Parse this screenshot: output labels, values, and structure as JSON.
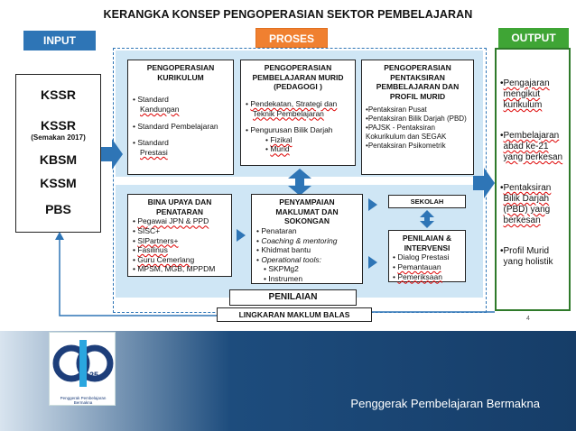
{
  "title": "KERANGKA KONSEP PENGOPERASIAN SEKTOR PEMBELAJARAN",
  "headers": {
    "input": "INPUT",
    "proses": "PROSES",
    "output": "OUTPUT"
  },
  "input": {
    "kssr": "KSSR",
    "kssr2": "KSSR",
    "semakan": "(Semakan 2017)",
    "kbsm": "KBSM",
    "kssm": "KSSM",
    "pbs": "PBS"
  },
  "kurikulum": {
    "title": "PENGOPERASIAN KURIKULUM",
    "items": [
      "Standard",
      "Kandungan",
      "Standard Pembelajaran",
      "Standard",
      "Prestasi"
    ]
  },
  "murid": {
    "title": "PENGOPERASIAN PEMBELAJARAN MURID (PEDAGOGI )",
    "items": [
      "Pendekatan, Strategi dan",
      "Teknik Pembelajaran",
      "Pengurusan Bilik Darjah",
      "Fizikal",
      "Murid"
    ]
  },
  "pentaksiran": {
    "title": "PENGOPERASIAN PENTAKSIRAN PEMBELAJARAN DAN PROFIL MURID",
    "items": [
      "Pentaksiran Pusat",
      "Pentaksiran Bilik Darjah (PBD)",
      "PAJSK - Pentaksiran Kokurikulum dan SEGAK",
      "Pentaksiran Psikometrik"
    ]
  },
  "bina": {
    "title": "BINA UPAYA DAN PENATARAN",
    "items": [
      "Pegawai JPN & PPD",
      "SISC+",
      "SIPartners+",
      "Fasilinus",
      "Guru Cemerlang",
      "MPSM, MGB, MPPDM"
    ]
  },
  "penyampaian": {
    "title": "PENYAMPAIAN MAKLUMAT DAN SOKONGAN",
    "items": [
      "Penataran",
      "Coaching & mentoring",
      "Khidmat bantu",
      "Operational tools:",
      "SKPMg2",
      "Instrumen"
    ]
  },
  "sekolah": "SEKOLAH",
  "penilaian_intervensi": {
    "title": "PENILAIAN & INTERVENSI",
    "items": [
      "Dialog Prestasi",
      "Pemantauan",
      "Pemeriksaan"
    ]
  },
  "penilaian": "PENILAIAN",
  "lingkaran": "LINGKARAN MAKLUM BALAS",
  "output": {
    "items": [
      "Pengajaran mengikut kurikulum",
      "Pembelajaran abad ke-21 yang berkesan",
      "Pentaksiran Bilik Darjah (PBD) yang berkesan",
      "Profil Murid yang holistik"
    ]
  },
  "page_number": "4",
  "logo": {
    "number": "25",
    "caption": "Penggerak Pembelajaran Bermakna"
  },
  "footer_slogan": "Penggerak Pembelajaran Bermakna",
  "colors": {
    "blue": "#2e75b6",
    "orange": "#f08030",
    "green": "#3fa535",
    "light_blue": "#cfe6f5",
    "navy": "#163d68"
  }
}
